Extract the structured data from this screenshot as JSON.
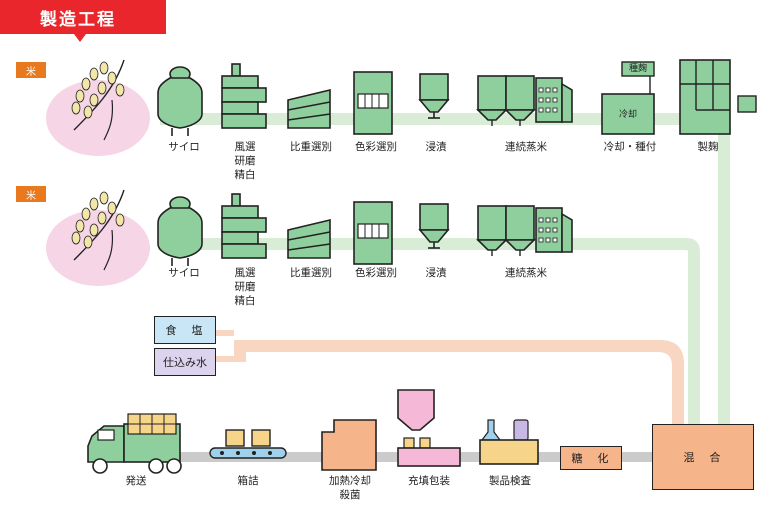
{
  "title": "製造工程",
  "rows": [
    {
      "tag": "米",
      "steps": [
        "サイロ",
        "風選\n研磨\n精白",
        "比重選別",
        "色彩選別",
        "浸漬",
        "連続蒸米",
        "冷却・種付",
        "製麹"
      ],
      "inner_labels": {
        "cooling": "冷却",
        "koji": "種麹"
      }
    },
    {
      "tag": "米",
      "steps": [
        "サイロ",
        "風選\n研磨\n精白",
        "比重選別",
        "色彩選別",
        "浸漬",
        "連続蒸米"
      ]
    }
  ],
  "inputs": {
    "salt": "食　塩",
    "water": "仕込み水"
  },
  "bottom": {
    "shipping": "発送",
    "boxing": "箱詰",
    "sterilize": "加熱冷却\n殺菌",
    "filling": "充填包装",
    "inspection": "製品検査",
    "saccharify": "糖　化",
    "mixing": "混　合"
  },
  "colors": {
    "accent": "#e8262b",
    "rice_tag": "#e8791e",
    "machine": "#8fcf9d",
    "pipe_green": "#d9ecd6",
    "pipe_orange": "#f9d6c2",
    "salt_box": "#c8e6f5",
    "water_box": "#dcd3ee"
  }
}
